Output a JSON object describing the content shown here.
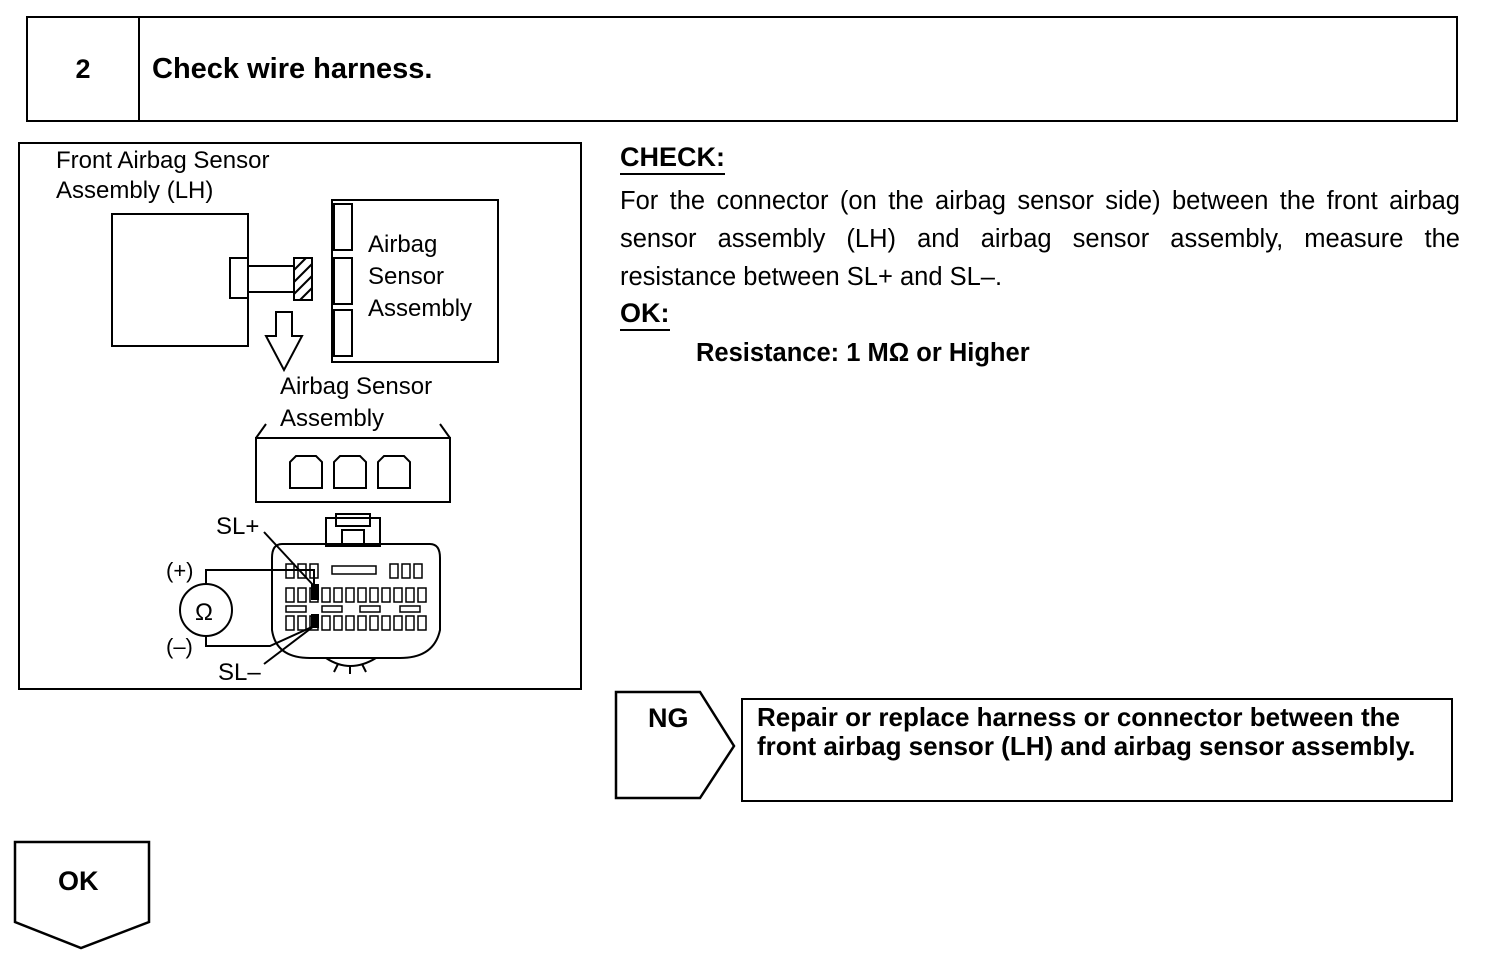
{
  "step": {
    "number": "2",
    "title": "Check wire harness."
  },
  "diagram": {
    "front_sensor_label_line1": "Front Airbag Sensor",
    "front_sensor_label_line2": "Assembly (LH)",
    "airbag_sensor_label_line1": "Airbag",
    "airbag_sensor_label_line2": "Sensor",
    "airbag_sensor_label_line3": "Assembly",
    "connector_label_line1": "Airbag Sensor",
    "connector_label_line2": "Assembly",
    "terminal_sl_plus": "SL+",
    "terminal_sl_minus": "SL–",
    "meter_plus": "(+)",
    "meter_minus": "(–)",
    "ohm_symbol": "Ω"
  },
  "check": {
    "heading": "CHECK:",
    "body": "For the connector (on the airbag sensor side) between the front airbag sensor assembly (LH) and airbag sensor assembly, measure the resistance between SL+ and SL–."
  },
  "ok": {
    "heading": "OK:",
    "spec": "Resistance: 1 MΩ or Higher"
  },
  "ng": {
    "label": "NG",
    "action": "Repair or replace harness or connector between the front airbag sensor (LH) and airbag sensor assembly."
  },
  "result_ok": {
    "label": "OK"
  }
}
